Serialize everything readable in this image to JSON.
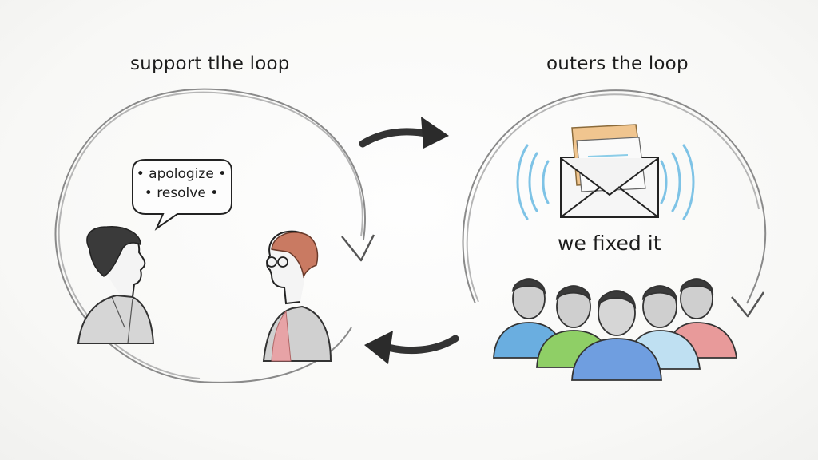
{
  "left_panel": {
    "title": "support tlhe loop",
    "speech_bubble": {
      "line1": "• apologize •",
      "line2": "• resolve •"
    }
  },
  "right_panel": {
    "title": "outers the loop",
    "message": "we fixed it"
  },
  "colors": {
    "pencil": "#2a2a2a",
    "signal_blue": "#7ec3e6",
    "letter_orange": "#f0c58f",
    "letter_lines": "#8ccde8",
    "shirt_blue": "#6aaee0",
    "shirt_green": "#8fcf66",
    "shirt_mid_blue": "#6f9ee0",
    "shirt_light_blue": "#bfe0f2",
    "shirt_red": "#e89a9a",
    "hair_red": "#c97a62",
    "shirt_pink": "#e7a3a6"
  },
  "icons": [
    "speech-bubble-icon",
    "envelope-icon",
    "signal-waves-icon",
    "curved-arrow-icon",
    "person-icon",
    "crowd-icon"
  ]
}
